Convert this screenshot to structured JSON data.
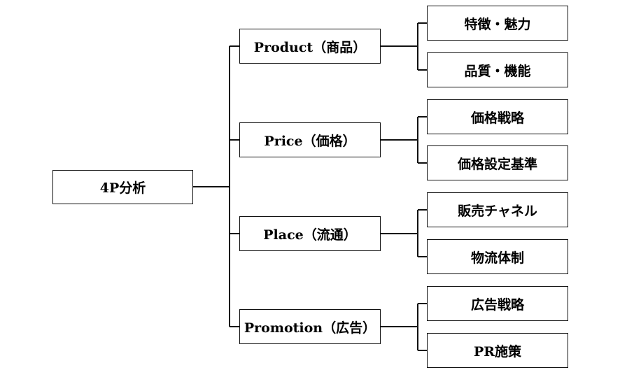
{
  "root": {
    "label": "4P分析"
  },
  "branches": [
    {
      "label": "Product（商品）",
      "children": [
        "特徴・魅力",
        "品質・機能"
      ]
    },
    {
      "label": "Price（価格）",
      "children": [
        "価格戦略",
        "価格設定基準"
      ]
    },
    {
      "label": "Place（流通）",
      "children": [
        "販売チャネル",
        "物流体制"
      ]
    },
    {
      "label": "Promotion（広告）",
      "children": [
        "広告戦略",
        "PR施策"
      ]
    }
  ]
}
